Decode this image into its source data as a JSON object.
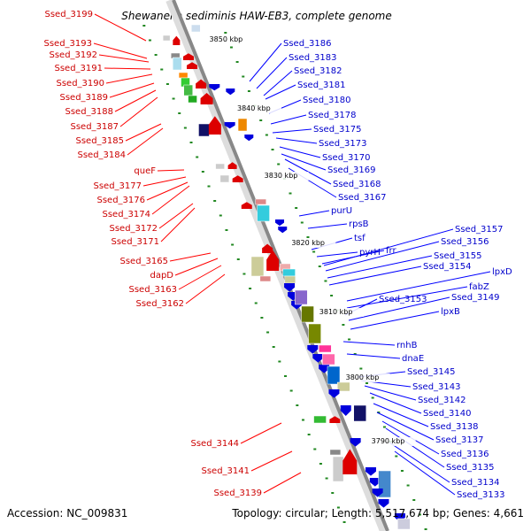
{
  "title": "Shewanella sediminis HAW-EB3, complete genome",
  "accession": "Accession: NC_009831",
  "topology": "Topology: circular; Length: 5,517,674 bp; Genes: 4,661",
  "colors": {
    "forward": "#dd0000",
    "reverse": "#0000dd",
    "left_label": "#cc0000",
    "right_label": "#0000cc",
    "tick": "#228822",
    "axis": "#888888"
  },
  "kbp_marks": [
    "3850 kbp",
    "3840 kbp",
    "3830 kbp",
    "3820 kbp",
    "3810 kbp",
    "3800 kbp",
    "3790 kbp"
  ],
  "left_labels": [
    "Ssed_3199",
    "Ssed_3193",
    "Ssed_3192",
    "Ssed_3191",
    "Ssed_3190",
    "Ssed_3189",
    "Ssed_3188",
    "Ssed_3187",
    "Ssed_3185",
    "Ssed_3184",
    "queF",
    "Ssed_3177",
    "Ssed_3176",
    "Ssed_3174",
    "Ssed_3172",
    "Ssed_3171",
    "Ssed_3165",
    "dapD",
    "Ssed_3163",
    "Ssed_3162",
    "Ssed_3144",
    "Ssed_3141",
    "Ssed_3139"
  ],
  "right_labels": [
    "Ssed_3186",
    "Ssed_3183",
    "Ssed_3182",
    "Ssed_3181",
    "Ssed_3180",
    "Ssed_3178",
    "Ssed_3175",
    "Ssed_3173",
    "Ssed_3170",
    "Ssed_3169",
    "Ssed_3168",
    "Ssed_3167",
    "purU",
    "rpsB",
    "tsf",
    "pyrH",
    "frr",
    "Ssed_3157",
    "Ssed_3156",
    "Ssed_3155",
    "Ssed_3154",
    "lpxD",
    "fabZ",
    "Ssed_3153",
    "Ssed_3149",
    "lpxB",
    "rnhB",
    "dnaE",
    "Ssed_3145",
    "Ssed_3143",
    "Ssed_3142",
    "Ssed_3140",
    "Ssed_3138",
    "Ssed_3137",
    "Ssed_3136",
    "Ssed_3135",
    "Ssed_3134",
    "Ssed_3133"
  ]
}
